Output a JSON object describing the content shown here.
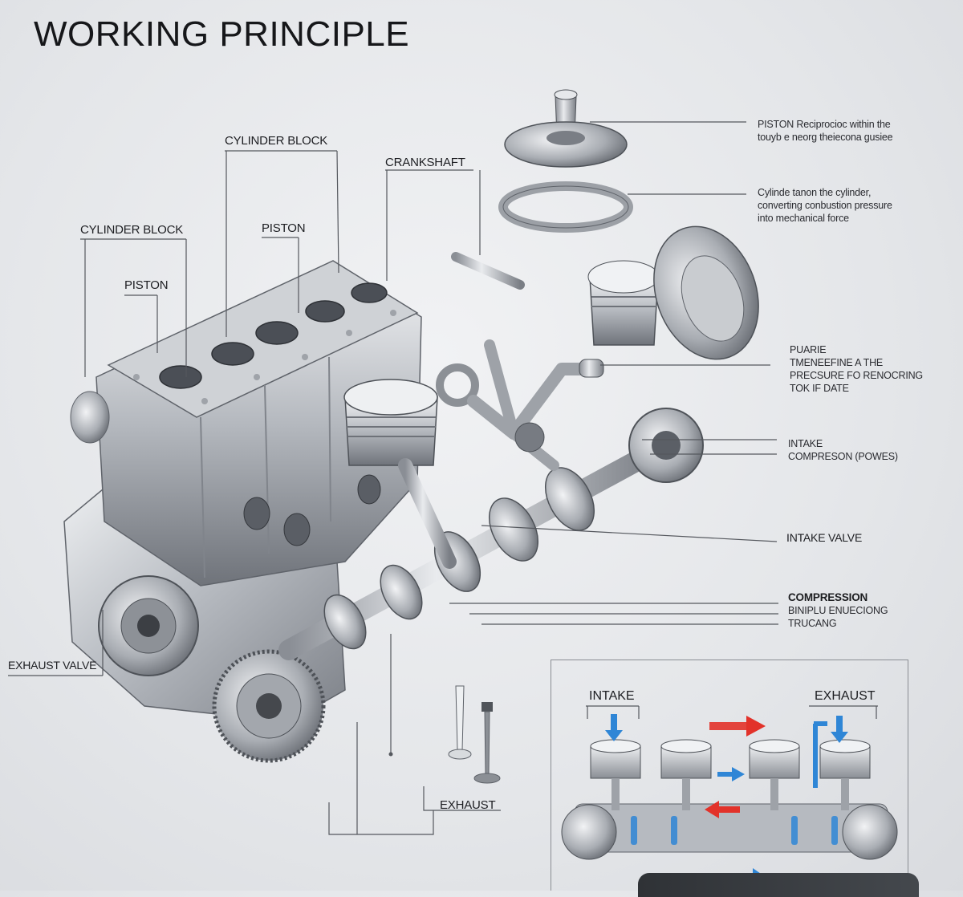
{
  "title": "WORKING PRINCIPLE",
  "labels": {
    "cylinder_block_top": "CYLINDER BLOCK",
    "crankshaft": "CRANKSHAFT",
    "cylinder_block_left": "CYLINDER BLOCK",
    "piston_mid": "PISTON",
    "piston_left": "PISTON",
    "exhaust_valve": "EXHAUST VALVE",
    "exhaust": "EXHAUST",
    "intake_valve": "INTAKE VALVE"
  },
  "notes": {
    "n1": [
      "PISTON Reciprocioc within the",
      "touyb e neorg theiecona gusiee"
    ],
    "n2": [
      "Cylinde tanon the cylinder,",
      "converting conbustion pressure",
      "into mechanical force"
    ],
    "n3": [
      "PUARIE",
      "TMENEEFINE A THE",
      "PRECSURE FO RENOCRING",
      "TOK IF DATE"
    ],
    "n4": [
      "INTAKE",
      "COMPRESON (POWES)"
    ],
    "n5_title": "COMPRESSION",
    "n5": [
      "BINIPLU ENUECIONG",
      "TRUCANG"
    ]
  },
  "inset": {
    "intake": "INTAKE",
    "exhaust": "EXHAUST"
  },
  "colors": {
    "background": "#e4e6e9",
    "metal": "#b8bcc2",
    "arrow_blue": "#2f86d6",
    "arrow_red": "#e2322a",
    "leader": "#55585e"
  },
  "icons": [
    "engine-block-illustration",
    "crankshaft-illustration",
    "piston-illustration",
    "connecting-rod-illustration",
    "piston-ring-illustration",
    "valve-illustration",
    "flywheel-illustration"
  ]
}
